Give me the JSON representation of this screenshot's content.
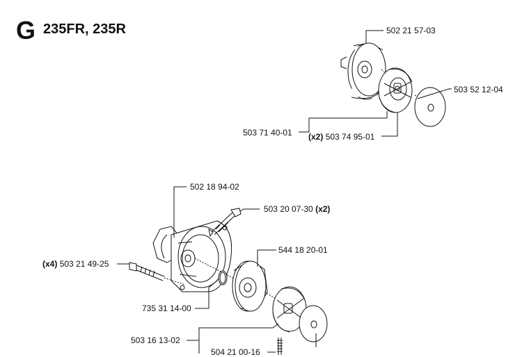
{
  "section": "G",
  "title": "235FR, 235R",
  "parts": [
    {
      "number": "502 21 57-03",
      "qty": ""
    },
    {
      "number": "503 52 12-04",
      "qty": ""
    },
    {
      "number": "503 71 40-01",
      "qty": ""
    },
    {
      "number": "503 74 95-01",
      "qty": "(x2)"
    },
    {
      "number": "502 18 94-02",
      "qty": ""
    },
    {
      "number": "503 20 07-30",
      "qty": "(x2)"
    },
    {
      "number": "544 18 20-01",
      "qty": ""
    },
    {
      "number": "503 21 49-25",
      "qty": "(x4)"
    },
    {
      "number": "735 31 14-00",
      "qty": ""
    },
    {
      "number": "503 16 13-02",
      "qty": ""
    },
    {
      "number": "504 21 00-16",
      "qty": ""
    }
  ]
}
